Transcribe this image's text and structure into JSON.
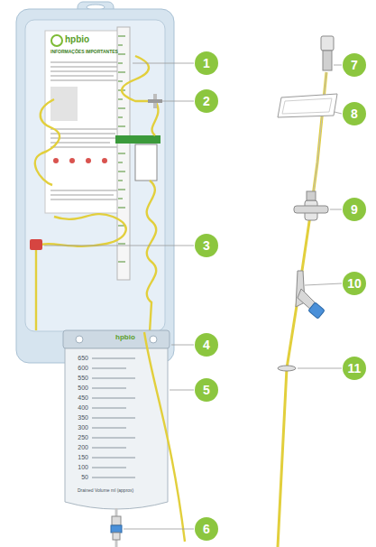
{
  "diagram": {
    "nodes": [
      {
        "text": [
          "1"
        ]
      },
      {
        "text": [
          "2"
        ]
      },
      {
        "text": [
          "3"
        ]
      },
      {
        "text": [
          "4"
        ]
      },
      {
        "text": [
          "5"
        ]
      },
      {
        "text": [
          "6"
        ]
      },
      {
        "text": [
          "7"
        ]
      },
      {
        "text": [
          "8"
        ]
      },
      {
        "text": [
          "9"
        ]
      },
      {
        "text": [
          "10"
        ]
      },
      {
        "text": [
          "11"
        ]
      }
    ],
    "labels": [
      "hpbio",
      "INFORMAÇÕES IMPORTANTES",
      "hpbio",
      "650",
      "600",
      "550",
      "500",
      "450",
      "400",
      "350",
      "300",
      "250",
      "200",
      "150",
      "100",
      "50",
      "Drained Volume ml (approx)"
    ]
  }
}
